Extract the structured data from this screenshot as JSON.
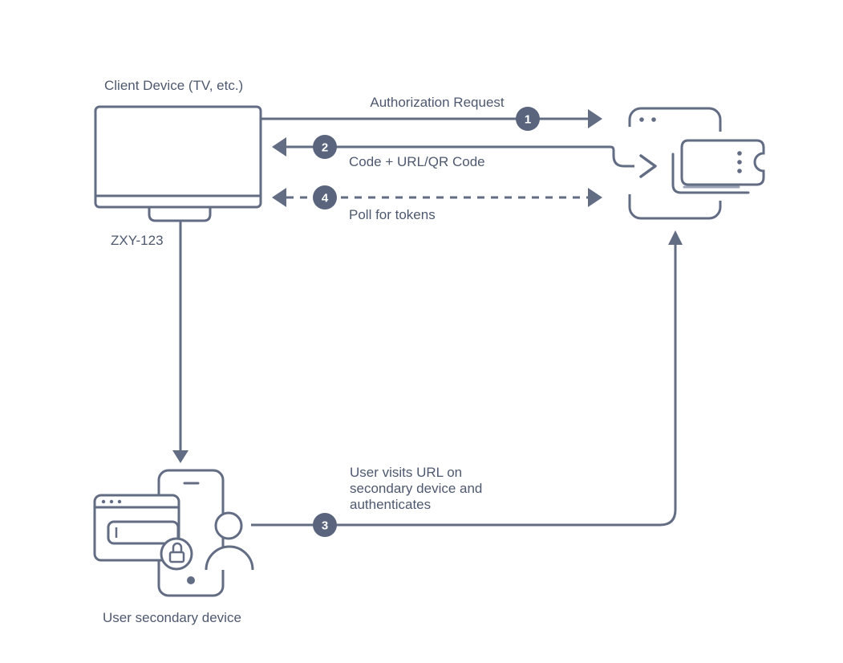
{
  "colors": {
    "stroke": "#626c83",
    "stroke_light": "#9aa2b3",
    "badge_fill": "#5a647c",
    "badge_text": "#ffffff",
    "label_text": "#4e586f",
    "background": "#ffffff"
  },
  "client_device": {
    "title": "Client Device (TV, etc.)",
    "device_code": "ZXY-123"
  },
  "secondary_device": {
    "label": "User secondary device"
  },
  "flows": {
    "authorization_request": {
      "step": "1",
      "label": "Authorization Request"
    },
    "code_url_qr": {
      "step": "2",
      "label": "Code + URL/QR Code"
    },
    "user_visits": {
      "step": "3",
      "label_line1": "User visits URL on",
      "label_line2": "secondary device and",
      "label_line3": "authenticates"
    },
    "poll_tokens": {
      "step": "4",
      "label": "Poll for tokens"
    }
  },
  "icons": {
    "client": "tv-icon",
    "authorization_server": "browser-window-login-arrow-ticket-icon",
    "secondary_device": "phone-browser-lock-user-icon"
  }
}
